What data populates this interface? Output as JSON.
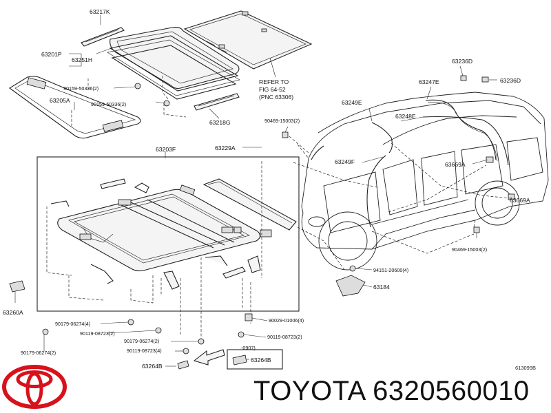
{
  "labels": {
    "l63217K": "63217K",
    "l63201P": "63201P",
    "l63251H": "63251H",
    "l90159_a": "90159-50336(2)",
    "l90159_b": "90159-50336(2)",
    "l63205A": "63205A",
    "l63218G": "63218G",
    "refer1": "REFER TO",
    "refer2": "FIG 64-52",
    "refer3": "(PNC 63306)",
    "l63236D_a": "63236D",
    "l63236D_b": "63236D",
    "l63247E": "63247E",
    "l63249E": "63249E",
    "l63248E": "63248E",
    "l90469_a": "90469-15003(2)",
    "l63203F": "63203F",
    "l63229A": "63229A",
    "l63249F": "63249F",
    "l63669A_a": "63669A",
    "l63669A_b": "63669A",
    "l90469_b": "90469-15003(2)",
    "l94151": "94151-20600(4)",
    "l63184": "63184",
    "l63260A": "63260A",
    "l90179_a": "90179-06274(4)",
    "l90119_a": "90119-08723(2)",
    "l90029": "90029-01006(4)",
    "l90179_b": "90179-06274(2)",
    "l90119_b": "90119-08723(2)",
    "l90119_c": "90119-08723(4)",
    "l90179_c": "90179-06274(2)",
    "l0907": "-0907)",
    "l63264B_a": "63264B",
    "l63264B_b": "63264B"
  },
  "diagram_code": "613099B",
  "brand_text": "TOYOTA 6320560010",
  "logo_icon": "toyota-logo-icon",
  "colors": {
    "logo_red": "#d7121c",
    "line": "#222222"
  }
}
